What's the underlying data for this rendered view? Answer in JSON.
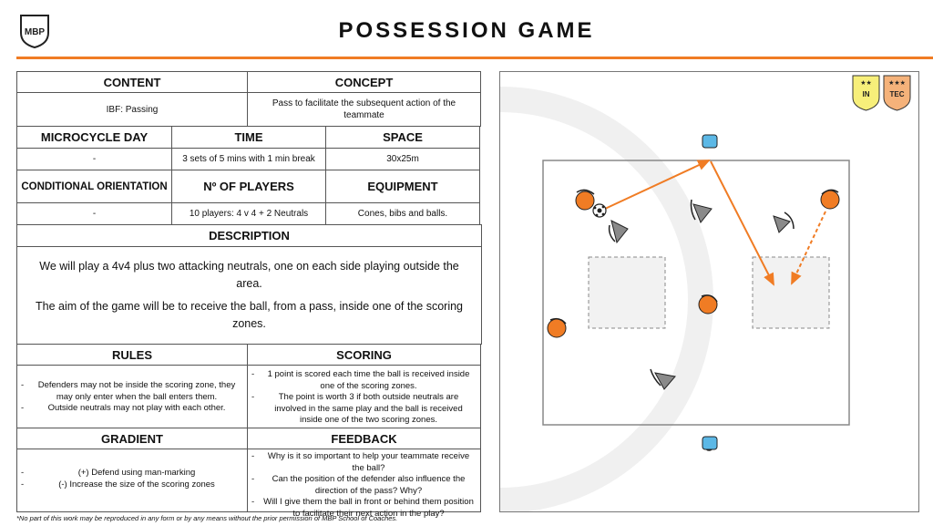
{
  "header": {
    "title": "POSSESSION GAME",
    "logo_text": "MBP",
    "brand_color": "#f07c24"
  },
  "table": {
    "content_header": "CONTENT",
    "concept_header": "CONCEPT",
    "content_value": "IBF: Passing",
    "concept_value": "Pass to facilitate the subsequent action of the teammate",
    "microcycle_header": "MICROCYCLE DAY",
    "time_header": "TIME",
    "space_header": "SPACE",
    "microcycle_value": "-",
    "time_value": "3 sets of 5 mins with 1 min break",
    "space_value": "30x25m",
    "conditional_header": "CONDITIONAL ORIENTATION",
    "players_header": "Nº OF PLAYERS",
    "equipment_header": "EQUIPMENT",
    "conditional_value": "-",
    "players_value": "10 players: 4 v 4 + 2 Neutrals",
    "equipment_value": "Cones, bibs and balls.",
    "description_header": "DESCRIPTION",
    "description_lines": [
      "We will play a 4v4 plus two attacking neutrals, one on each side playing outside the area.",
      "The aim of the game will be to receive the ball, from a pass, inside one of the scoring zones."
    ],
    "rules_header": "RULES",
    "scoring_header": "SCORING",
    "rules_items": [
      "Defenders may not be inside the scoring zone, they may only enter when the ball enters them.",
      "Outside neutrals may not play with each other."
    ],
    "scoring_items": [
      "1 point is scored each time the ball is received inside one of the scoring zones.",
      "The point is worth 3 if both outside neutrals are involved in the same play and the ball is received inside one of the two scoring zones."
    ],
    "gradient_header": "GRADIENT",
    "feedback_header": "FEEDBACK",
    "gradient_items": [
      "(+) Defend using man-marking",
      "(-) Increase the size of the scoring zones"
    ],
    "feedback_items": [
      "Why is it so important to help your teammate receive the ball?",
      "Can the position of the defender also influence the direction of the pass? Why?",
      "Will I give them the ball in front or behind them position to facilitate their next action in the play?"
    ]
  },
  "badges": {
    "in_label": "IN",
    "in_stars": "★★",
    "in_color": "#f7ef7a",
    "tec_label": "TEC",
    "tec_stars": "★★★",
    "tec_color": "#f5b27a"
  },
  "diagram": {
    "attacker_color": "#f07c24",
    "defender_color": "#8a8a8a",
    "neutral_color": "#5cb8e6"
  },
  "footer": {
    "notice": "*No part of this work may be reproduced in any form or by any means without the prior permission of MBP School of Coaches."
  }
}
